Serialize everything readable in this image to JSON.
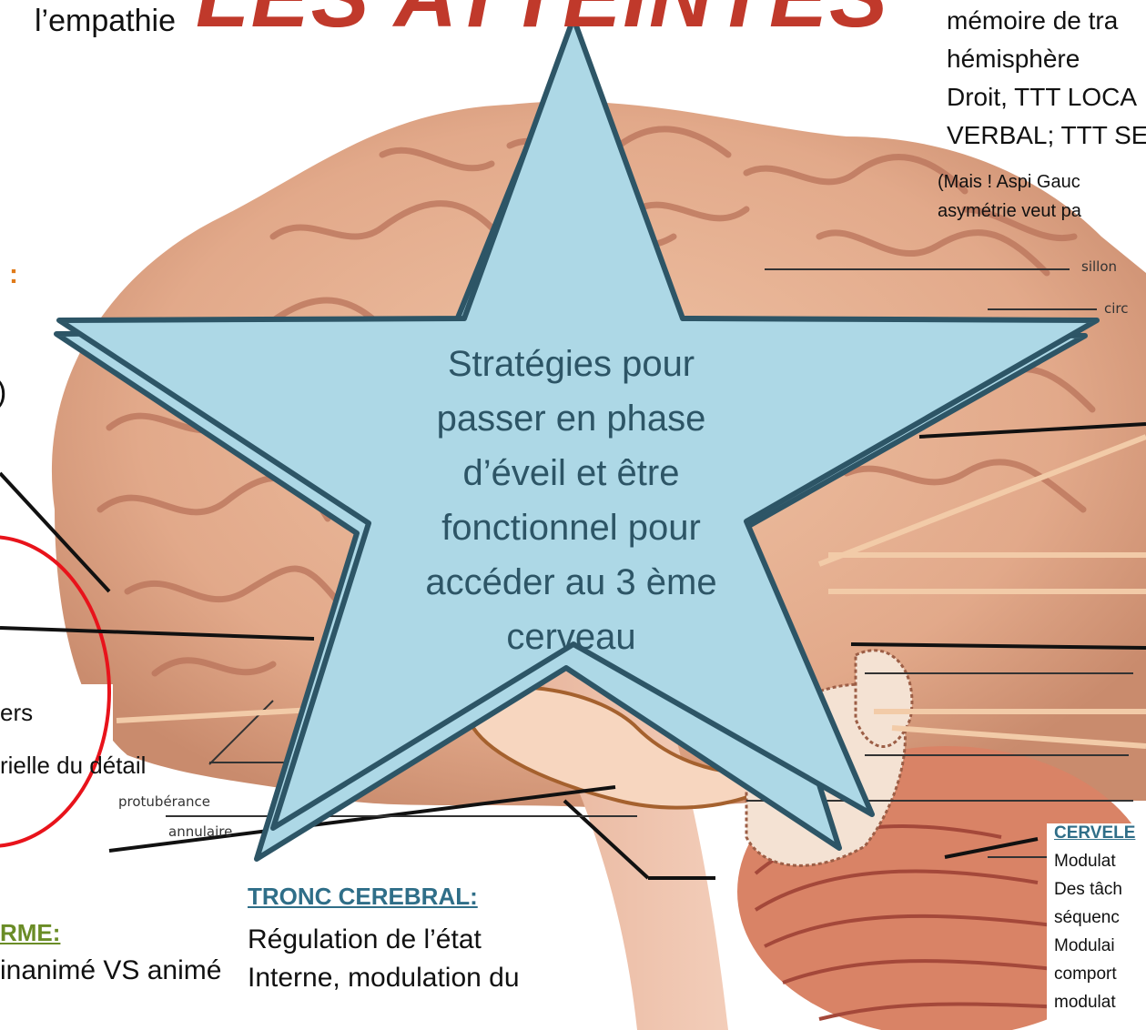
{
  "title_fragment": "LES ATTEINTES",
  "star_text": "Stratégies pour passer en phase d’éveil et être fonctionnel pour accéder au 3 ème cerveau",
  "top_left_text": "l’empathie",
  "top_right_lines": [
    "mémoire de tra",
    "hémisphère",
    "Droit, TTT LOCA",
    "VERBAL; TTT SE"
  ],
  "top_right_small_lines": [
    "(Mais ! Aspi Gauc",
    "asymétrie veut pa"
  ],
  "left_fragments": {
    "orange_colon": ":",
    "paren": ")",
    "ers": "ers",
    "detail": "rielle du détail"
  },
  "bottom_left": {
    "heading": "RME:",
    "line": "inanimé VS animé"
  },
  "tronc": {
    "heading": "TRONC CEREBRAL:",
    "lines": [
      "Régulation de l’état",
      "Interne, modulation du"
    ]
  },
  "cervelet": {
    "heading": "CERVELE",
    "lines": [
      "Modulat",
      "Des tâch",
      "séquenc",
      "Modulai",
      "comport",
      "modulat"
    ]
  },
  "diagram_labels": {
    "sillon": "sillon",
    "circ": "circ",
    "protuberance": "protubérance",
    "annulaire": "annulaire"
  },
  "colors": {
    "star_fill": "#add8e6",
    "star_stroke": "#2d5566",
    "star_text": "#2d5566",
    "title_red": "#c0392b",
    "heading_blue": "#2f6e88",
    "heading_green": "#6a8c26",
    "heading_orange": "#e07b1a",
    "circle_red": "#e8131b",
    "brain_skin": "#e2a98a",
    "brain_shadow": "#b9735a"
  }
}
